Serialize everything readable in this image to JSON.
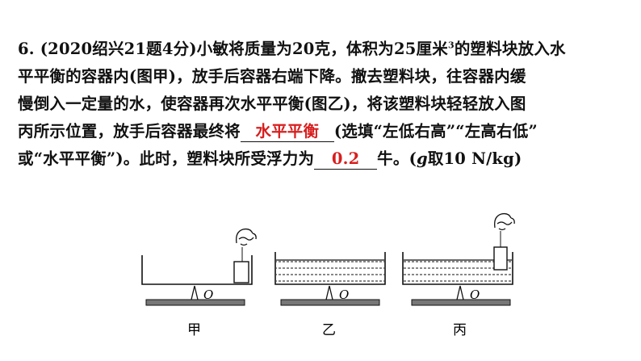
{
  "question": {
    "lines": [
      "6. (2020绍兴21题4分)小敏将质量为20克，体积为25厘米",
      "平平衡的容器内(图甲)，放手后容器右端下降。撤去塑料块，往容器内缓",
      "慢倒入一定量的水，使容器再次水平平衡(图乙)，将该塑料块轻轻放入图",
      "丙所示位置，放手后容器最终将",
      "或“水平平衡”)。此时，塑料块所受浮力为",
      "牛。(",
      "取10 N/kg)"
    ],
    "sup": "3",
    "line1_tail": "的塑料块放入水",
    "line4_tail": "(选填“左低右高”“左高右低”",
    "g": "g",
    "answers": [
      "水平平衡",
      "0.2"
    ]
  },
  "figures": {
    "pivot_label": "O",
    "captions": [
      "甲",
      "乙",
      "丙"
    ]
  },
  "colors": {
    "answer": "#d81e1e",
    "ink": "#111111"
  }
}
